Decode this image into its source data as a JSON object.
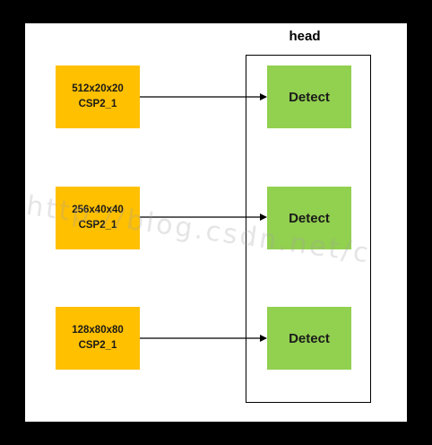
{
  "head": {
    "label": "head"
  },
  "inputs": [
    {
      "size": "512x20x20",
      "module": "CSP2_1"
    },
    {
      "size": "256x40x40",
      "module": "CSP2_1"
    },
    {
      "size": "128x80x80",
      "module": "CSP2_1"
    }
  ],
  "outputs": [
    {
      "label": "Detect"
    },
    {
      "label": "Detect"
    },
    {
      "label": "Detect"
    }
  ],
  "watermark": {
    "text": "http://blog.csdn.net/c"
  },
  "colors": {
    "csp_fill": "#ffc000",
    "detect_fill": "#92d050",
    "background": "#ffffff",
    "frame": "#000000"
  }
}
